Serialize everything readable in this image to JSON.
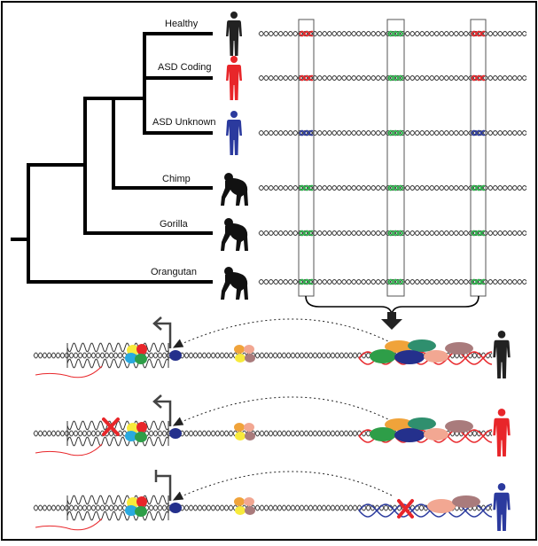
{
  "taxa": [
    {
      "label": "Healthy",
      "color": "#222222",
      "kind": "human"
    },
    {
      "label": "ASD Coding",
      "color": "#e8262a",
      "kind": "human"
    },
    {
      "label": "ASD Unknown",
      "color": "#2b3a9e",
      "kind": "human"
    },
    {
      "label": "Chimp",
      "color": "#111111",
      "kind": "ape"
    },
    {
      "label": "Gorilla",
      "color": "#111111",
      "kind": "ape"
    },
    {
      "label": "Orangutan",
      "color": "#111111",
      "kind": "ape"
    }
  ],
  "variant_colors": [
    [
      "#e8262a",
      "#2bb34a",
      "#e8262a"
    ],
    [
      "#e8262a",
      "#2bb34a",
      "#e8262a"
    ],
    [
      "#2b3a9e",
      "#2bb34a",
      "#2b3a9e"
    ],
    [
      "#2bb34a",
      "#2bb34a",
      "#2bb34a"
    ],
    [
      "#2bb34a",
      "#2bb34a",
      "#2bb34a"
    ],
    [
      "#2bb34a",
      "#2bb34a",
      "#2bb34a"
    ]
  ],
  "panels": [
    {
      "state": "normal",
      "figure_color": "#222222",
      "enhancer_color": "#e8262a",
      "promoter": "arrow",
      "blocked": false,
      "disrupted_enhancer": false
    },
    {
      "state": "coding",
      "figure_color": "#e8262a",
      "enhancer_color": "#e8262a",
      "promoter": "arrow",
      "blocked": true,
      "disrupted_enhancer": false
    },
    {
      "state": "unknown",
      "figure_color": "#2b3a9e",
      "enhancer_color": "#2b3a9e",
      "promoter": "bar",
      "blocked": false,
      "disrupted_enhancer": true
    }
  ],
  "colors": {
    "tree": "#000000",
    "dna": "#444444",
    "box": "#555555",
    "cross": "#e8262a",
    "transcript": "#e8262a",
    "tf_blue": "#24308c",
    "tf_green": "#2e9e48",
    "tf_orange": "#f0a33a",
    "tf_salmon": "#f2a792",
    "tf_mauve": "#a97b7c",
    "tf_yellow": "#f7ea3c",
    "tf_red": "#e8262a",
    "tf_cyan": "#29a9df",
    "tf_teal": "#2f8f6e"
  }
}
